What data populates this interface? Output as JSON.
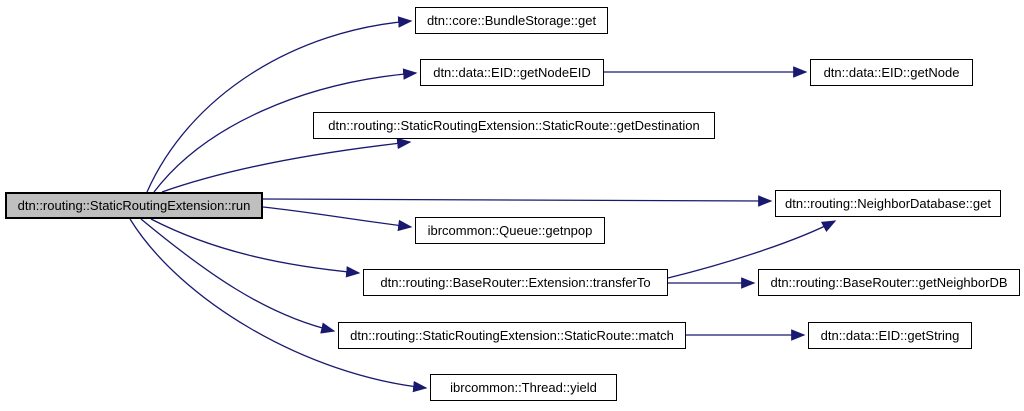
{
  "diagram": {
    "type": "call-graph",
    "nodes": [
      {
        "id": "run",
        "label": "dtn::routing::StaticRoutingExtension::run",
        "highlighted": true
      },
      {
        "id": "bundlestorage-get",
        "label": "dtn::core::BundleStorage::get",
        "highlighted": false
      },
      {
        "id": "getnodeeid",
        "label": "dtn::data::EID::getNodeEID",
        "highlighted": false
      },
      {
        "id": "getdestination",
        "label": "dtn::routing::StaticRoutingExtension::StaticRoute::getDestination",
        "highlighted": false
      },
      {
        "id": "getnpop",
        "label": "ibrcommon::Queue::getnpop",
        "highlighted": false
      },
      {
        "id": "transferto",
        "label": "dtn::routing::BaseRouter::Extension::transferTo",
        "highlighted": false
      },
      {
        "id": "match",
        "label": "dtn::routing::StaticRoutingExtension::StaticRoute::match",
        "highlighted": false
      },
      {
        "id": "yield",
        "label": "ibrcommon::Thread::yield",
        "highlighted": false
      },
      {
        "id": "getnode",
        "label": "dtn::data::EID::getNode",
        "highlighted": false
      },
      {
        "id": "neighbordatabase-get",
        "label": "dtn::routing::NeighborDatabase::get",
        "highlighted": false
      },
      {
        "id": "getneighbordb",
        "label": "dtn::routing::BaseRouter::getNeighborDB",
        "highlighted": false
      },
      {
        "id": "getstring",
        "label": "dtn::data::EID::getString",
        "highlighted": false
      }
    ],
    "edges": [
      {
        "from": "run",
        "to": "bundlestorage-get"
      },
      {
        "from": "run",
        "to": "getnodeeid"
      },
      {
        "from": "run",
        "to": "getdestination"
      },
      {
        "from": "run",
        "to": "neighbordatabase-get"
      },
      {
        "from": "run",
        "to": "getnpop"
      },
      {
        "from": "run",
        "to": "transferto"
      },
      {
        "from": "run",
        "to": "match"
      },
      {
        "from": "run",
        "to": "yield"
      },
      {
        "from": "getnodeeid",
        "to": "getnode"
      },
      {
        "from": "transferto",
        "to": "neighbordatabase-get"
      },
      {
        "from": "transferto",
        "to": "getneighbordb"
      },
      {
        "from": "match",
        "to": "getstring"
      }
    ],
    "colors": {
      "edge_color": "#191970",
      "node_border": "#000000",
      "node_fill": "#ffffff",
      "highlight_fill": "#bfbfbf",
      "bg": "#ffffff",
      "text": "#000000"
    }
  }
}
